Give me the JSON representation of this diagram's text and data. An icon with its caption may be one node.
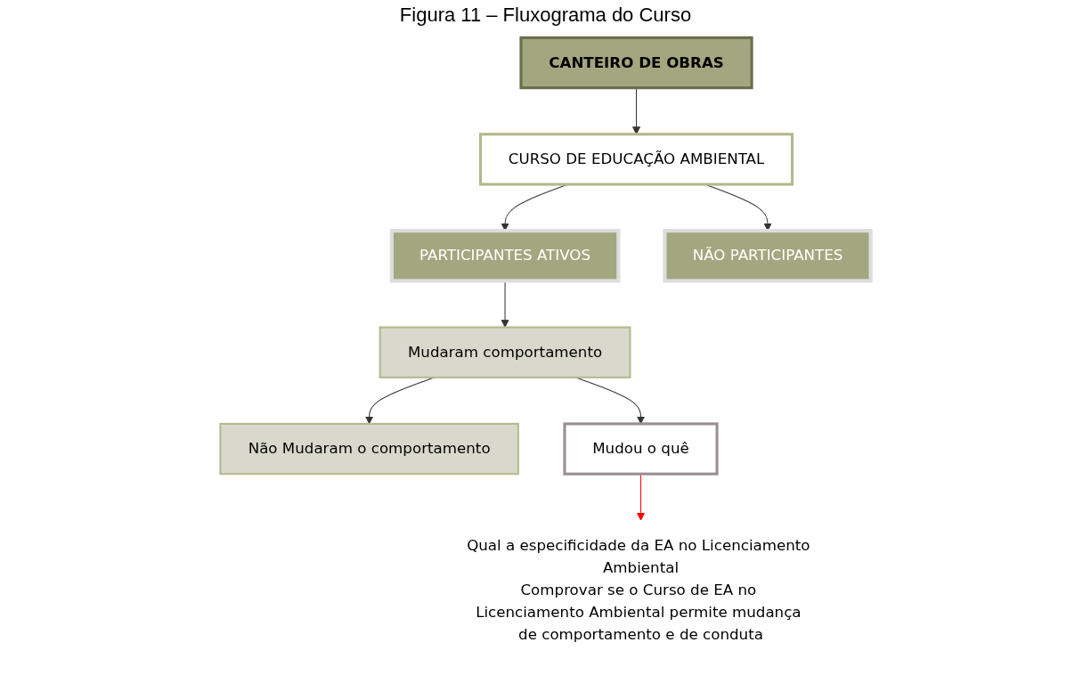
{
  "diagram": {
    "title": "Figura 11 – Fluxograma do Curso",
    "nodes": [
      {
        "text": [
          "CANTEIRO DE OBRAS"
        ]
      },
      {
        "text": [
          "CURSO DE EDUCAÇÃO AMBIENTAL"
        ]
      },
      {
        "text": [
          "PARTICIPANTES ATIVOS"
        ]
      },
      {
        "text": [
          "NÃO PARTICIPANTES"
        ]
      },
      {
        "text": [
          "Mudaram comportamento"
        ]
      },
      {
        "text": [
          "Não Mudaram o comportamento"
        ]
      },
      {
        "text": [
          "Mudou o quê"
        ]
      },
      {
        "text": [
          "Qual a especificidade da EA no Licenciamento Ambiental",
          "Comprovar se o Curso de EA no Licenciamento Ambiental permite mudança de comportamento e de conduta"
        ]
      }
    ],
    "edges": [
      {
        "from": 0,
        "to": 1,
        "arrow": "to"
      },
      {
        "from": 1,
        "to": 2,
        "arrow": "to"
      },
      {
        "from": 1,
        "to": 3,
        "arrow": "to"
      },
      {
        "from": 2,
        "to": 4,
        "arrow": "to"
      },
      {
        "from": 4,
        "to": 5,
        "arrow": "to"
      },
      {
        "from": 4,
        "to": 6,
        "arrow": "to"
      },
      {
        "from": 6,
        "to": 7,
        "arrow": "to",
        "color": "#ff0000"
      }
    ]
  }
}
